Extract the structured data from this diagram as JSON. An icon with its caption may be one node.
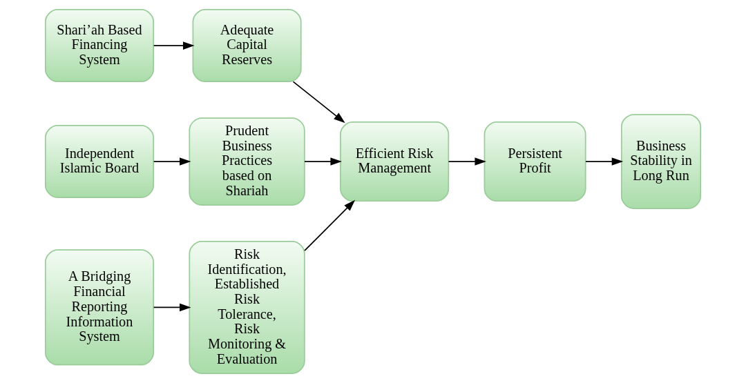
{
  "diagram": {
    "nodes": [
      {
        "text": [
          "Shari’ah Based Financing System"
        ]
      },
      {
        "text": [
          "Adequate Capital Reserves"
        ]
      },
      {
        "text": [
          "Independent Islamic Board"
        ]
      },
      {
        "text": [
          "Prudent Business Practices based on Shariah"
        ]
      },
      {
        "text": [
          "A Bridging Financial Reporting Information System"
        ]
      },
      {
        "text": [
          "Risk Identification, Established Risk Tolerance, Risk Monitoring & Evaluation"
        ]
      },
      {
        "text": [
          "Efficient Risk Management"
        ]
      },
      {
        "text": [
          "Persistent Profit"
        ]
      },
      {
        "text": [
          "Business Stability in Long Run"
        ]
      }
    ],
    "edges": [
      {
        "from": 0,
        "to": 1,
        "arrow": "to"
      },
      {
        "from": 2,
        "to": 3,
        "arrow": "to"
      },
      {
        "from": 4,
        "to": 5,
        "arrow": "to"
      },
      {
        "from": 1,
        "to": 6,
        "arrow": "to"
      },
      {
        "from": 3,
        "to": 6,
        "arrow": "to"
      },
      {
        "from": 5,
        "to": 6,
        "arrow": "to"
      },
      {
        "from": 6,
        "to": 7,
        "arrow": "to"
      },
      {
        "from": 7,
        "to": 8,
        "arrow": "to"
      }
    ]
  }
}
